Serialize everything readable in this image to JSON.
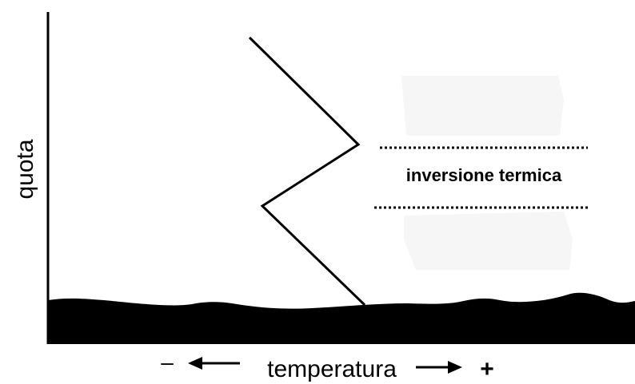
{
  "diagram": {
    "y_axis_label": "quota",
    "x_axis_label": "temperatura",
    "x_axis_minus": "–",
    "x_axis_plus": "+",
    "band_label": "inversione termica"
  },
  "colors": {
    "ink": "#000000",
    "background": "#ffffff",
    "ghost": "#f6f6f6"
  }
}
